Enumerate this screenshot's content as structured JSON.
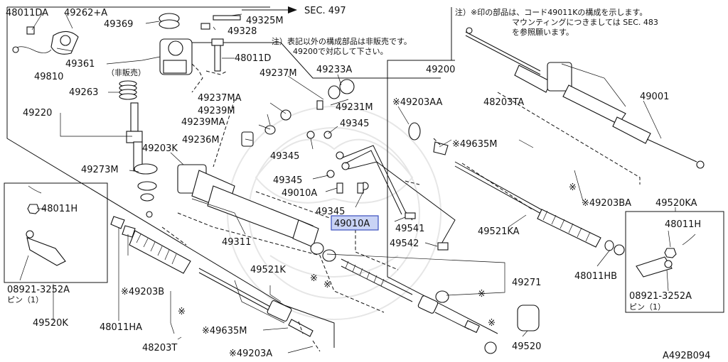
{
  "diagram_id": "A492B094",
  "section_ref": "SEC. 497",
  "note_top_right": [
    "注）※印の部品は、コード49011Kの構成を示します。",
    "マウンティングにつきましては SEC. 483",
    "を参照願います。"
  ],
  "note_middle": [
    "注）表記以外の構成部品は非販売です。",
    "49200で対応して下さい。"
  ],
  "not_sold": "（非販売）",
  "highlighted_part": "49010A",
  "labels": {
    "p48011DA": "48011DA",
    "p49262A": "49262+A",
    "p49369": "49369",
    "p49325M": "49325M",
    "p49328": "49328",
    "p49361": "49361",
    "p49810": "49810",
    "p48011D": "48011D",
    "p49263": "49263",
    "p49220": "49220",
    "p49237M": "49237M",
    "p49233A": "49233A",
    "p49237MA": "49237MA",
    "p49231M": "49231M",
    "p49239M": "49239M",
    "p49239MA": "49239MA",
    "p49345a": "49345",
    "p49236M": "49236M",
    "p49203K": "49203K",
    "p49345b": "49345",
    "p49273M": "49273M",
    "p49345c": "49345",
    "p49010Aa": "49010A",
    "p49345d": "49345",
    "p49010Ab": "49010A",
    "p49541": "49541",
    "p49542": "49542",
    "p49311": "49311",
    "p49200": "49200",
    "p49203AA": "※49203AA",
    "p48203TA": "48203TA",
    "p49001": "49001",
    "p49635Ma": "※49635M",
    "p49203BA": "※49203BA",
    "p49520KA": "49520KA",
    "p48011Ha": "48011H",
    "p49521KA": "49521KA",
    "p48011HB": "48011HB",
    "p08921a": "08921-3252A",
    "p_pin_a": "ピン（1）",
    "p48011Hb": "48011H",
    "p08921b": "08921-3252A",
    "p_pin_b": "ピン（1）",
    "p49520K": "49520K",
    "p48011HA": "48011HA",
    "p49203B": "※49203B",
    "p49521K": "49521K",
    "p49635Mb": "※49635M",
    "p48203T": "48203T",
    "p49203A": "※49203A",
    "p49271": "49271",
    "p49520": "49520"
  },
  "markers": {
    "asterisk": "※"
  }
}
